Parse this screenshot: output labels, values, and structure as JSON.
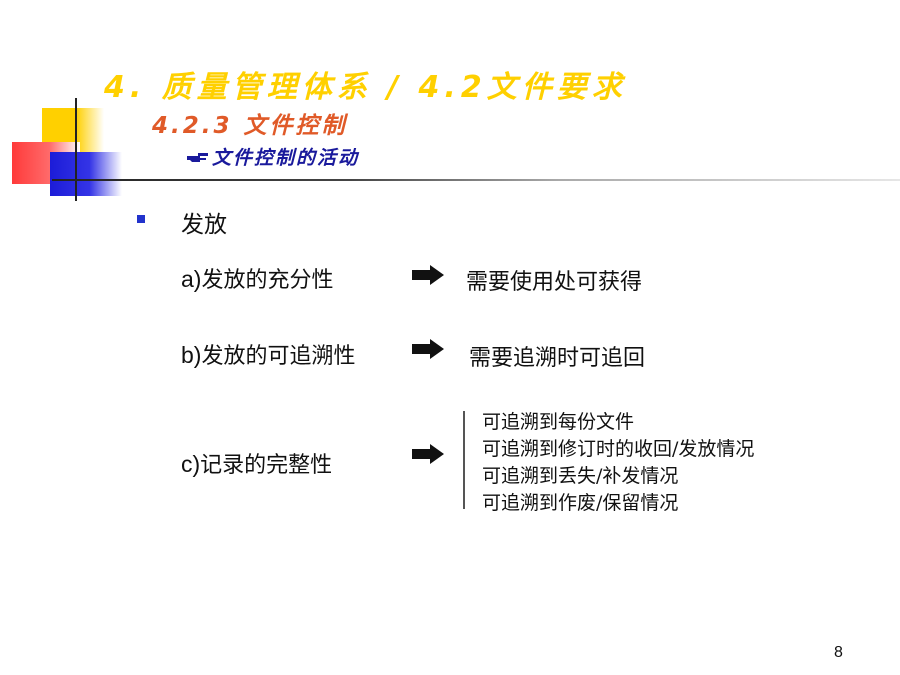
{
  "slide": {
    "title": "4. 质量管理体系 / 4.2文件要求",
    "subtitle": "4.2.3 文件控制",
    "sub2_icon": "pointing-hand-icon",
    "sub2": "文件控制的活动",
    "bullet": "发放",
    "items": [
      {
        "letter": "a)",
        "text": "发放的充分性",
        "result": "需要使用处可获得"
      },
      {
        "letter": "b)",
        "text": "发放的可追溯性",
        "result": "需要追溯时可追回"
      },
      {
        "letter": "c)",
        "text": "记录的完整性"
      }
    ],
    "c_list": [
      "可追溯到每份文件",
      "可追溯到修订时的收回/发放情况",
      "可追溯到丢失/补发情况",
      "可追溯到作废/保留情况"
    ],
    "arrow_icon": "right-arrow-icon",
    "page_number": "8"
  },
  "colors": {
    "title": "#ffd000",
    "subtitle": "#e05a28",
    "sub2": "#1a1a9c",
    "bullet": "#2233cc",
    "deco_yellow": "#ffd000",
    "deco_red": "#ff3a3a",
    "deco_blue": "#1c1cd8"
  }
}
